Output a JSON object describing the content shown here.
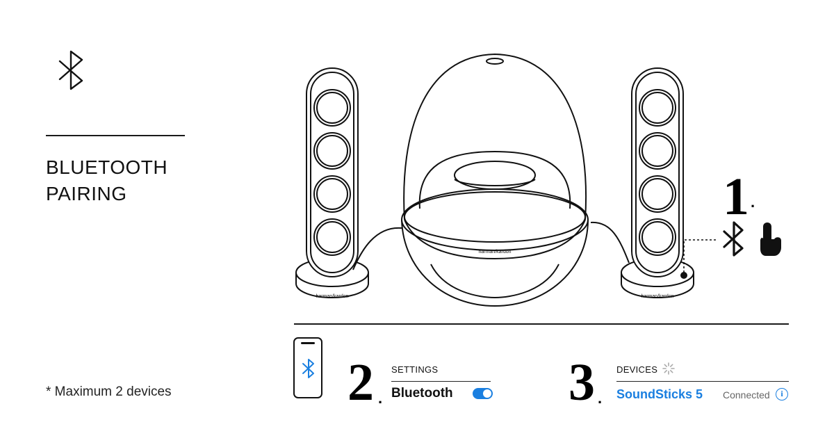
{
  "title": {
    "line1": "BLUETOOTH",
    "line2": "PAIRING"
  },
  "footnote": "* Maximum 2 devices",
  "icons": {
    "top": "bluetooth-icon",
    "step1": [
      "bluetooth-icon",
      "hand-press-icon"
    ],
    "phone": "smartphone-icon"
  },
  "illustration": {
    "subwoofer_brand": "harman/kardon",
    "satellite_brand": "harman/kardon"
  },
  "step1": {
    "number": "1",
    "dot": "."
  },
  "step2": {
    "number": "2",
    "dot": ".",
    "header": "SETTINGS",
    "setting_label": "Bluetooth",
    "toggle_on": true
  },
  "step3": {
    "number": "3",
    "dot": ".",
    "header": "DEVICES",
    "device_name": "SoundSticks 5",
    "status": "Connected"
  },
  "colors": {
    "accent": "#1a7fe0",
    "ink": "#111111"
  }
}
